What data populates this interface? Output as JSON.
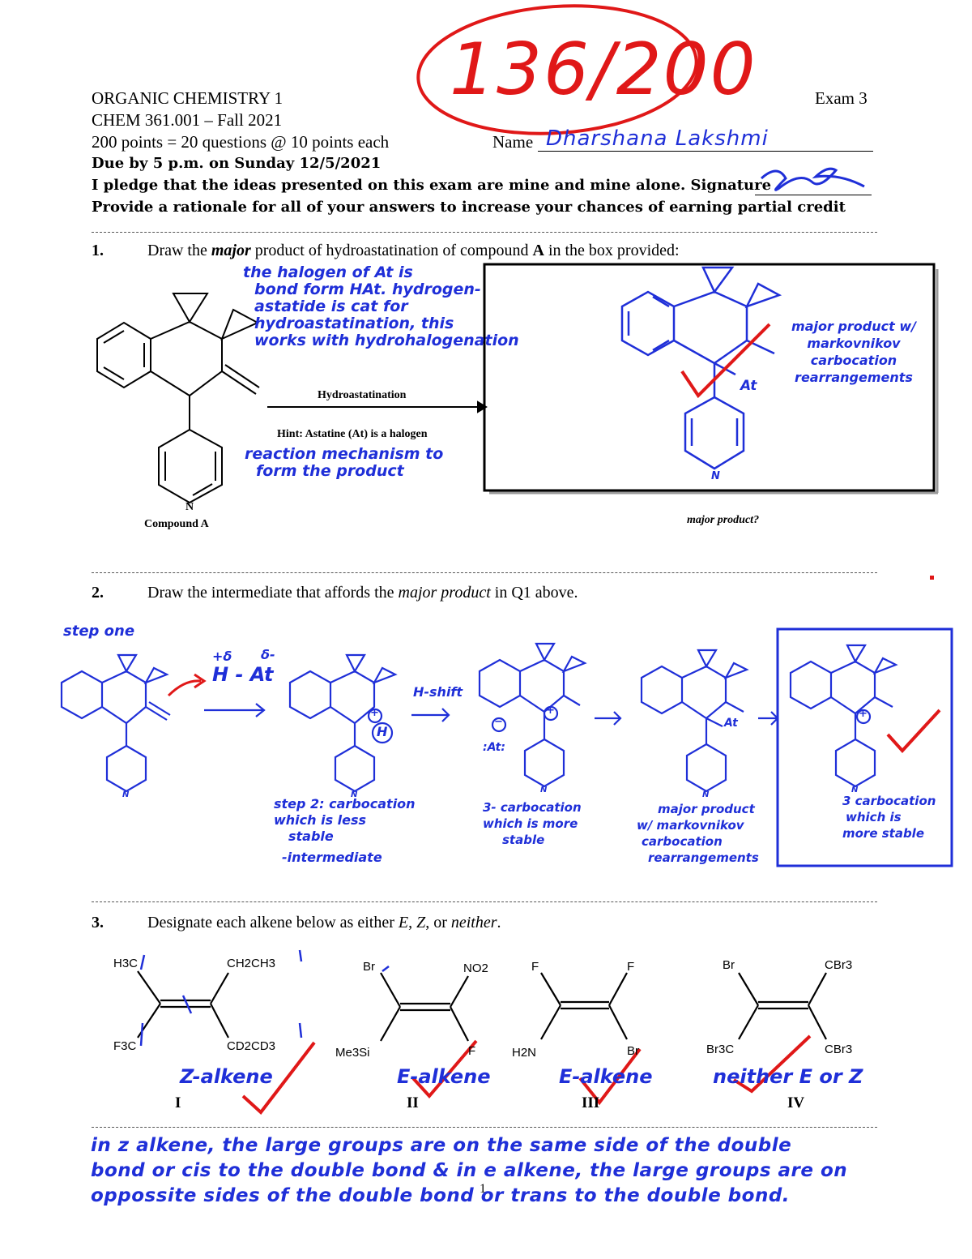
{
  "header": {
    "course": "ORGANIC CHEMISTRY 1",
    "exam": "Exam 3",
    "section": "CHEM 361.001 – Fall 2021",
    "points": "200 points = 20 questions @ 10 points each",
    "name_label": "Name",
    "due": "Due by 5 p.m. on Sunday 12/5/2021",
    "pledge": "I pledge that the ideas presented on this exam are mine and mine alone. Signature",
    "rationale": "Provide a rationale for all of your answers to increase your chances of earning partial credit"
  },
  "score": "136/200",
  "student_name": "Dharshana Lakshmi",
  "q1": {
    "number": "1.",
    "prompt_a": "Draw the ",
    "prompt_major": "major",
    "prompt_b": " product of hydroastatination of compound ",
    "prompt_bold": "A",
    "prompt_c": " in the box provided:",
    "arrow_label": "Hydroastatination",
    "hint": "Hint: Astatine (At) is a halogen",
    "compound_label": "Compound A",
    "ring_n": "N",
    "box_caption": "major product?",
    "product_at": "At",
    "product_n": "N",
    "note_left": [
      "the halogen of At is",
      "bond form HAt. hydrogen-",
      "astatide is cat for",
      "hydroastatination, this",
      "works with hydrohalogenation"
    ],
    "note_below_arrow": [
      "reaction mechanism to",
      "form the product"
    ],
    "note_right": [
      "major product w/",
      "markovnikov",
      "carbocation",
      "rearrangements"
    ]
  },
  "q2": {
    "number": "2.",
    "prompt_a": "Draw the intermediate that affords the ",
    "prompt_italic": "major product",
    "prompt_b": " in Q1 above.",
    "step_one": "step one",
    "reagent": "H - At",
    "delta_plus": "+δ",
    "delta_minus": "δ-",
    "h_shift": "H-shift",
    "plus_sign": "+",
    "h_label": "H",
    "at_anion": ":At:",
    "minus_sign": "−",
    "product_at": "At",
    "n": "N",
    "note_2": [
      "step 2: carbocation",
      "which is less",
      "stable",
      "-intermediate"
    ],
    "note_3": [
      "3- carbocation",
      "which is more",
      "stable"
    ],
    "note_4": [
      "major product",
      "w/ markovnikov",
      "carbocation",
      "rearrangements"
    ],
    "note_5": [
      "3 carbocation",
      "which is",
      "more stable"
    ]
  },
  "q3": {
    "number": "3.",
    "prompt_a": "Designate each alkene below as either ",
    "prompt_e": "E",
    "prompt_sep1": ", ",
    "prompt_z": "Z",
    "prompt_sep2": ", or ",
    "prompt_neither": "neither",
    "prompt_end": ".",
    "alkenes": [
      {
        "tl": "H3C",
        "tr": "CH2CH3",
        "bl": "F3C",
        "br": "CD2CD3",
        "answer": "Z-alkene",
        "numeral": "I"
      },
      {
        "tl": "Br",
        "tr": "NO2",
        "bl": "Me3Si",
        "br": "F",
        "answer": "E-alkene",
        "numeral": "II"
      },
      {
        "tl": "F",
        "tr": "F",
        "bl": "H2N",
        "br": "Br",
        "answer": "E-alkene",
        "numeral": "III"
      },
      {
        "tl": "Br",
        "tr": "CBr3",
        "bl": "Br3C",
        "br": "CBr3",
        "answer": "neither E or Z",
        "numeral": "IV"
      }
    ],
    "explanation": [
      "in z alkene, the large groups are on the same side of the double",
      "bond or cis to the double bond & in e alkene, the large groups are on",
      "oppossite sides of the double bond or trans to the double bond."
    ]
  },
  "page_number": "1",
  "colors": {
    "ink_blue": "#1f2fd8",
    "ink_red": "#e01818"
  }
}
